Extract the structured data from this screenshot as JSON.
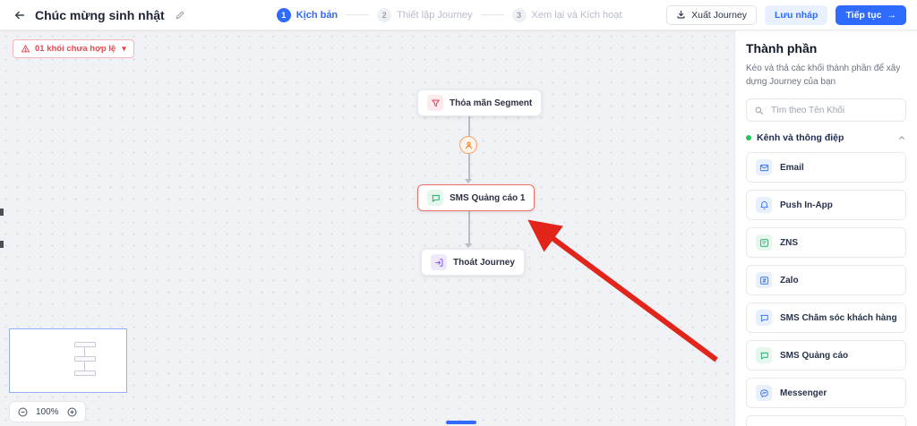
{
  "header": {
    "title": "Chúc mừng sinh nhật",
    "steps": [
      {
        "num": "1",
        "label": "Kịch bản"
      },
      {
        "num": "2",
        "label": "Thiết lập Journey"
      },
      {
        "num": "3",
        "label": "Xem lại và Kích hoạt"
      }
    ],
    "export_label": "Xuất Journey",
    "save_draft_label": "Lưu nháp",
    "continue_label": "Tiếp tục",
    "continue_arrow": "→"
  },
  "canvas": {
    "alert_label": "01 khối chưa hợp lệ",
    "alert_caret": "▾",
    "nodes": [
      {
        "label": "Thỏa mãn Segment"
      },
      {
        "label": "SMS Quảng cáo 1"
      },
      {
        "label": "Thoát Journey"
      }
    ],
    "zoom_level": "100%"
  },
  "sidebar": {
    "title": "Thành phần",
    "description": "Kéo và thả các khối thành phần để xây dựng Journey của bạn",
    "search_placeholder": "Tìm theo Tên Khối",
    "section_label": "Kênh và thông điệp",
    "items": [
      {
        "label": "Email"
      },
      {
        "label": "Push In-App"
      },
      {
        "label": "ZNS"
      },
      {
        "label": "Zalo"
      },
      {
        "label": "SMS Chăm sóc khách hàng"
      },
      {
        "label": "SMS Quảng cáo"
      },
      {
        "label": "Messenger"
      }
    ]
  },
  "colors": {
    "primary": "#2f6bff",
    "danger": "#e5484d",
    "annotation_red": "#e3241b",
    "success_green": "#23b26d",
    "orange_badge": "#f0802a",
    "purple": "#8b5cf6",
    "canvas_bg": "#f1f2f5"
  }
}
